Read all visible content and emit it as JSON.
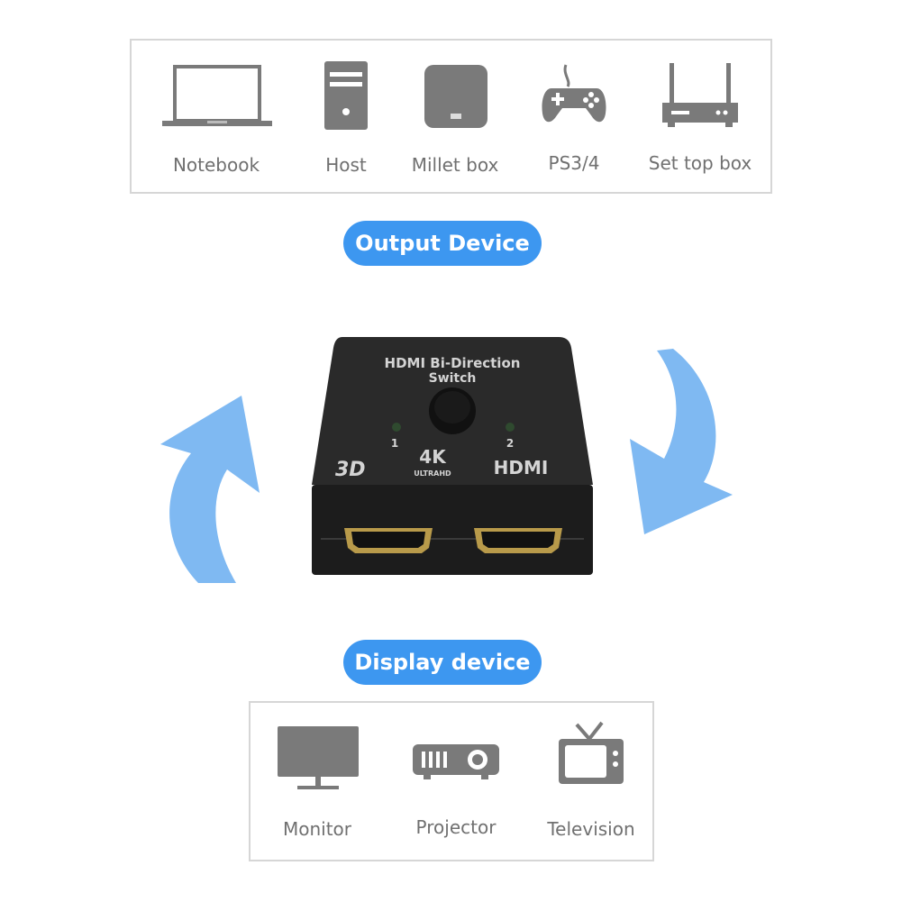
{
  "output_devices": [
    {
      "label": "Notebook",
      "icon": "laptop-icon"
    },
    {
      "label": "Host",
      "icon": "desktop-tower-icon"
    },
    {
      "label": "Millet box",
      "icon": "tv-box-icon"
    },
    {
      "label": "PS3/4",
      "icon": "gamepad-icon"
    },
    {
      "label": "Set top box",
      "icon": "router-icon"
    }
  ],
  "output_pill_label": "Output Device",
  "switch": {
    "title_line1": "HDMI Bi-Direction",
    "title_line2": "Switch",
    "port1": "1",
    "port2": "2",
    "badge_3d": "3D",
    "badge_4k": "4K",
    "badge_ultrahd": "ULTRAHD",
    "badge_hdmi": "HDMI"
  },
  "display_pill_label": "Display device",
  "display_devices": [
    {
      "label": "Monitor",
      "icon": "monitor-icon"
    },
    {
      "label": "Projector",
      "icon": "projector-icon"
    },
    {
      "label": "Television",
      "icon": "tv-icon"
    }
  ],
  "colors": {
    "accent": "#3d97f0",
    "arrow": "#7fb9f2",
    "icon_gray": "#7a7a7a",
    "label_gray": "#707070",
    "panel_border": "#d6d6d6"
  }
}
